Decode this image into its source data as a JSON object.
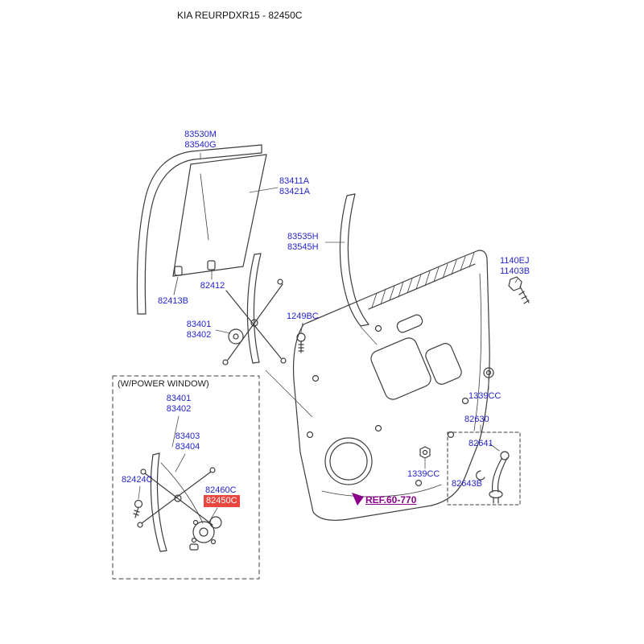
{
  "header": {
    "title": "KIA REURPDXR15 - 82450C"
  },
  "selected_part": "82450C",
  "colors": {
    "part_label": "#2424cc",
    "highlight_bg": "#e8463f",
    "highlight_text": "#ffffff",
    "ref_text": "#8b008b",
    "line_art": "#3d3d3d"
  },
  "labels": {
    "glass_run_1": "83530M",
    "glass_run_2": "83540G",
    "glass_1": "83411A",
    "glass_2": "83421A",
    "channel_1": "83535H",
    "channel_2": "83545H",
    "clip_inner": "82412",
    "clip_outer": "82413B",
    "regulator_1": "83401",
    "regulator_2": "83402",
    "bolt_regulator": "1249BC",
    "door_bolt_1": "1140EJ",
    "door_bolt_2": "11403B",
    "grommet_upper": "1339CC",
    "handle_assembly": "82630",
    "handle": "82641",
    "handle_clip": "82643B",
    "grommet_lower": "1339CC",
    "ref_door": "REF.60-770"
  },
  "power_window": {
    "caption": "(W/POWER WINDOW)",
    "regulator_1": "83401",
    "regulator_2": "83402",
    "sub_1": "83403",
    "sub_2": "83404",
    "bolt": "82424C",
    "motor_assembly": "82460C",
    "motor": "82450C"
  }
}
